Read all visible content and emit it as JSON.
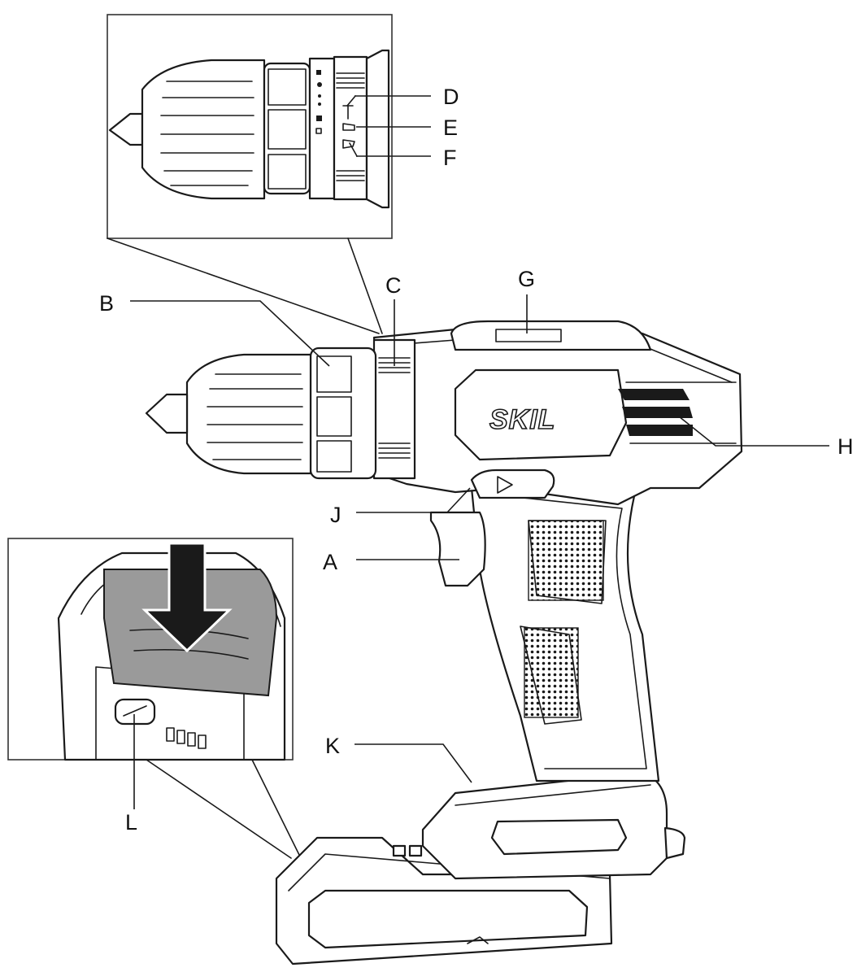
{
  "brand": "SKIL",
  "labels": {
    "a": "A",
    "b": "B",
    "c": "C",
    "d": "D",
    "e": "E",
    "f": "F",
    "g": "G",
    "h": "H",
    "j": "J",
    "k": "K",
    "l": "L"
  },
  "colors": {
    "line": "#1a1a1a",
    "background": "#ffffff",
    "grey_button": "#9a9a9a"
  }
}
